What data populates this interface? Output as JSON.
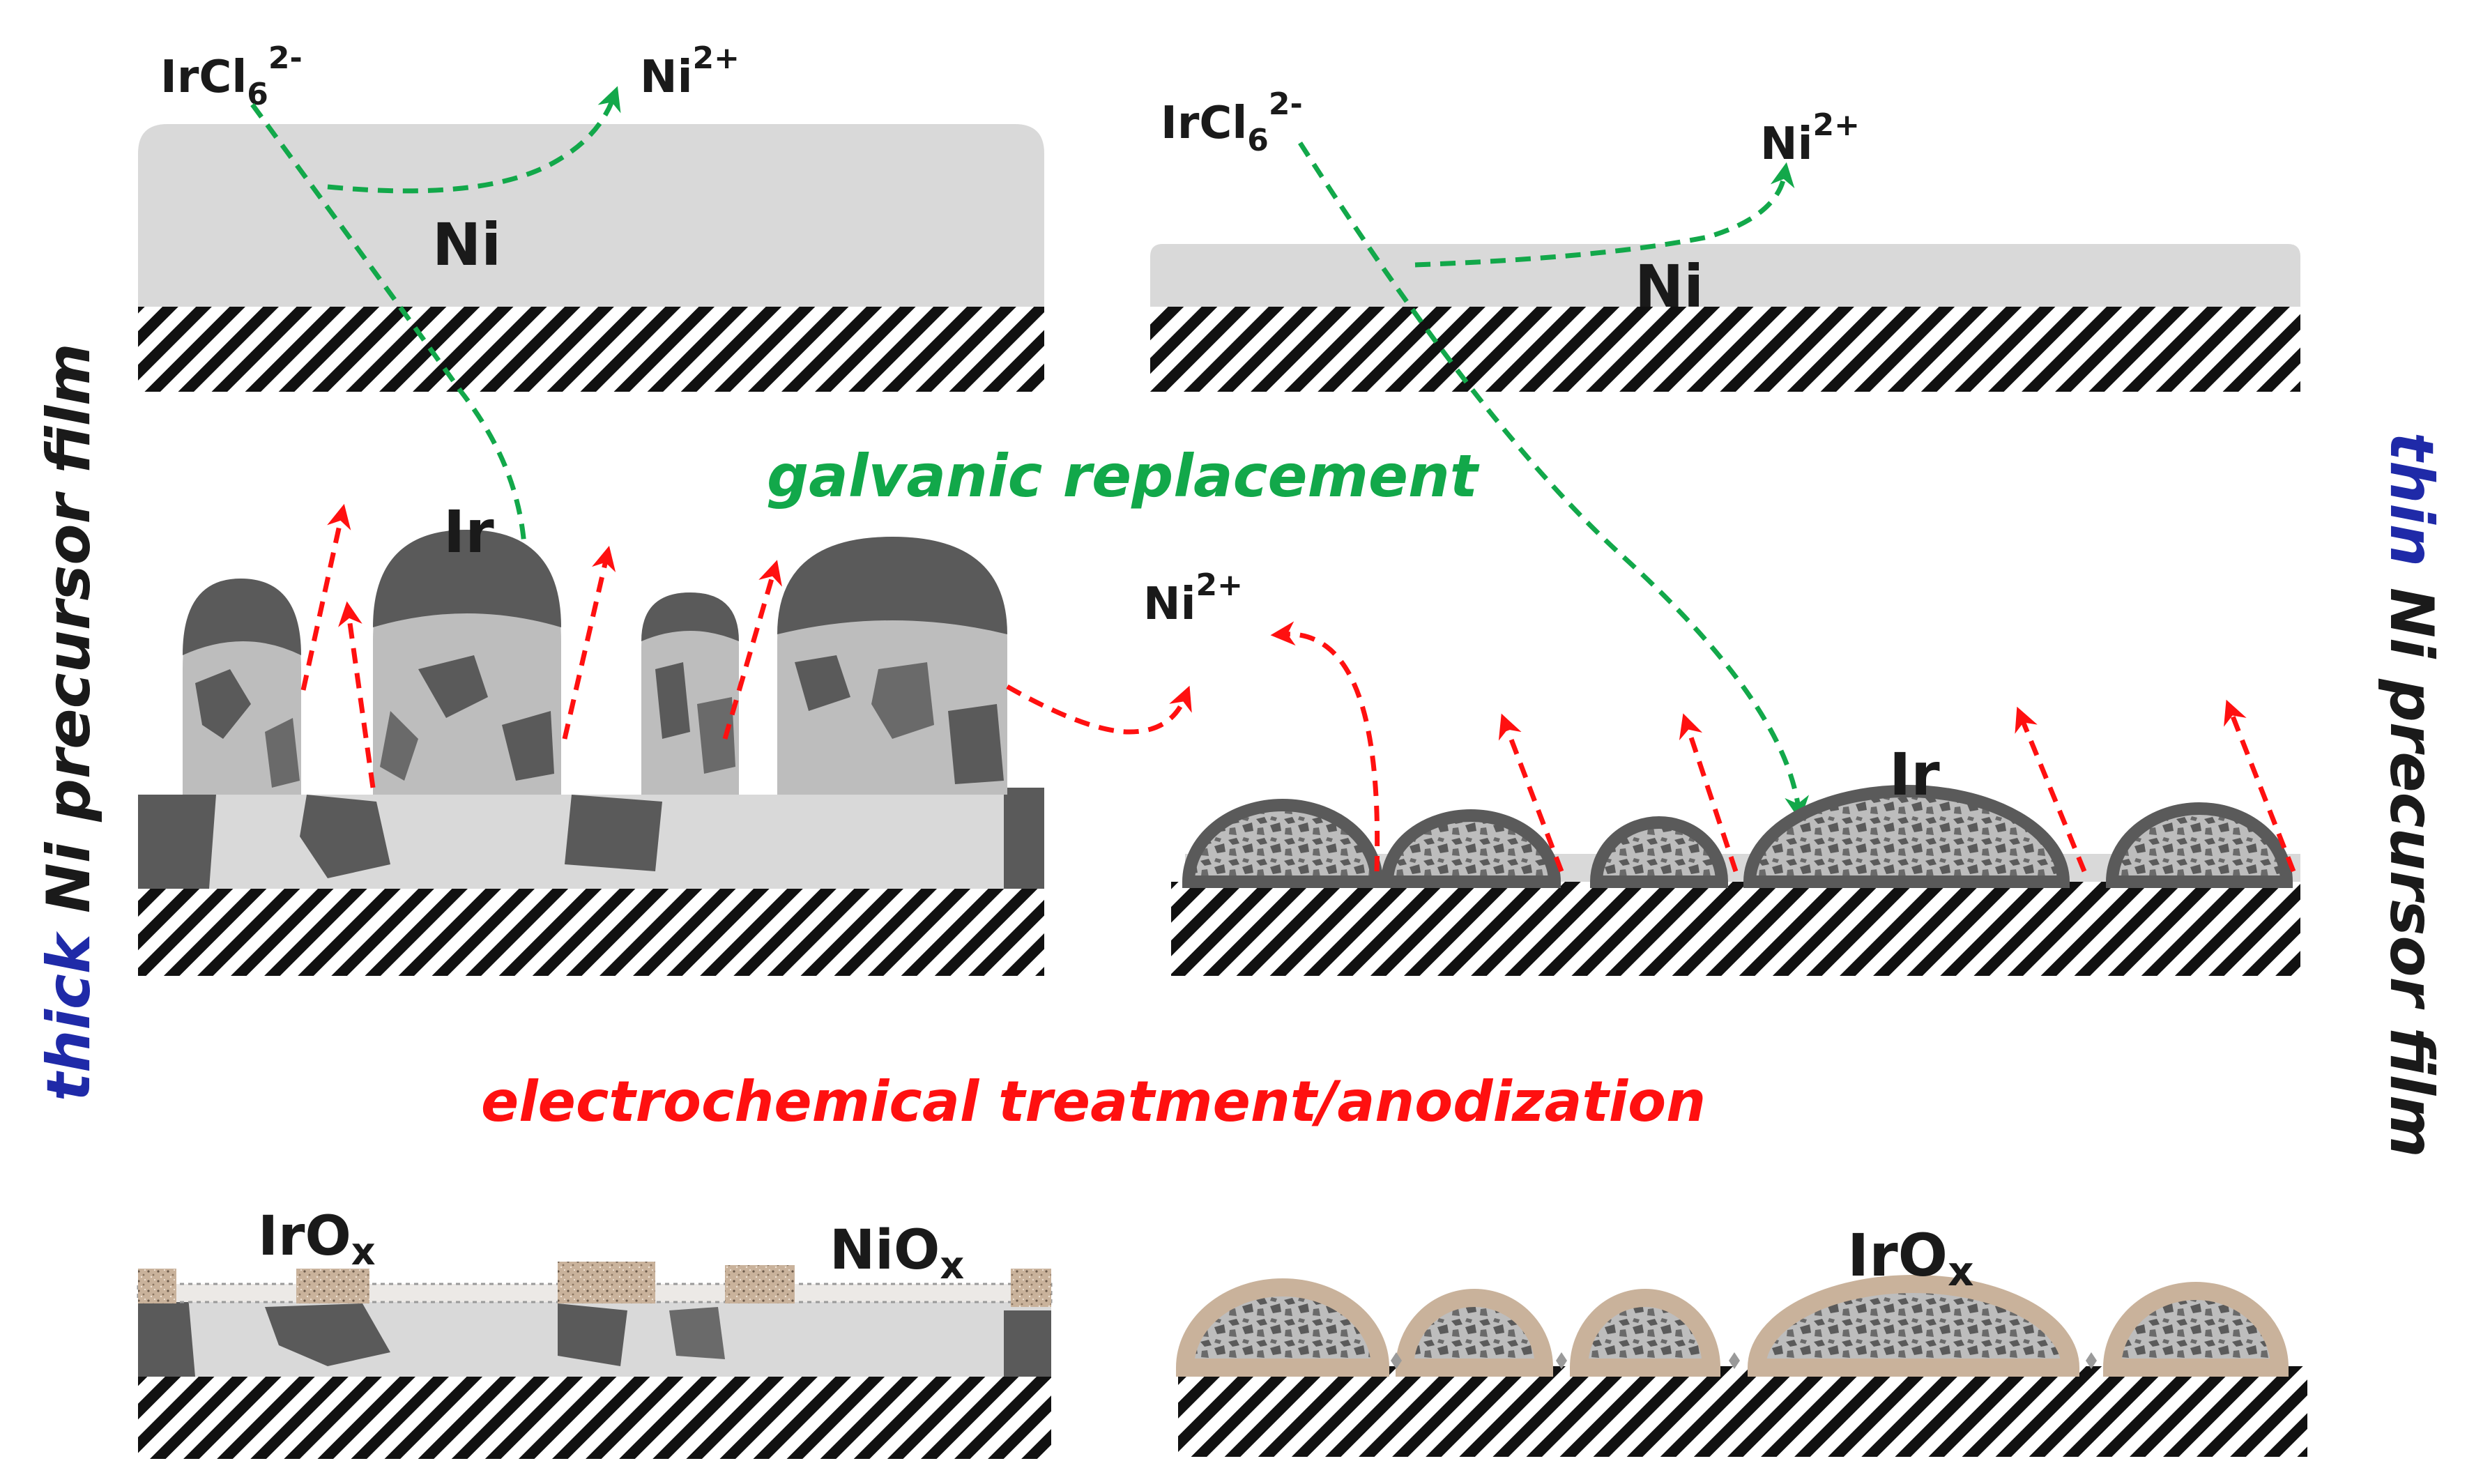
{
  "species": {
    "ircl6_main": "IrCl",
    "ircl6_sub": "6",
    "ircl6_sup": "2-",
    "ni_ion_main": "Ni",
    "ni_ion_sup": "2+"
  },
  "labels": {
    "ni": "Ni",
    "ir": "Ir",
    "irox_main": "IrO",
    "irox_sub": "x",
    "niox_main": "NiO",
    "niox_sub": "x"
  },
  "processes": {
    "galvanic": "galvanic replacement",
    "anodization": "electrochemical treatment/anodization"
  },
  "side_labels": {
    "left_emph": "thick",
    "left_rest": " Ni precursor film",
    "right_emph": "thin",
    "right_rest": " Ni precursor film"
  },
  "colors": {
    "green_arrow": "#12a84a",
    "red_arrow": "#ff1010",
    "blue_emph": "#1f2aa8",
    "ni_film": "#d9d9d9",
    "ir_dark": "#5a5a5a",
    "oxide": "#c9b29b"
  }
}
